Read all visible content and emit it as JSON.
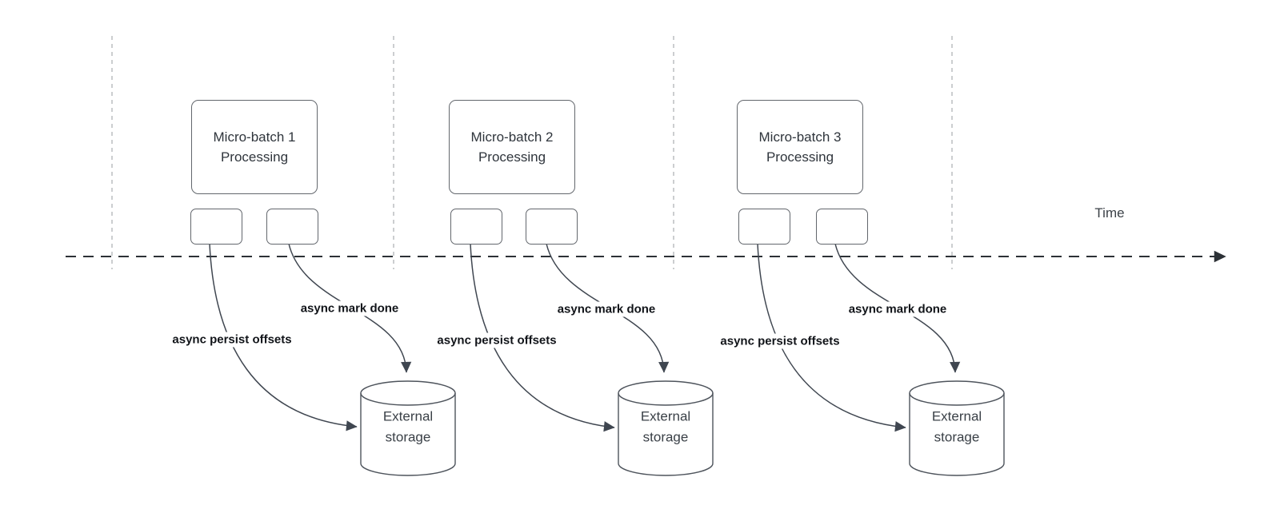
{
  "diagram": {
    "time_axis_label": "Time",
    "groups": [
      {
        "batch_label_line1": "Micro-batch 1",
        "batch_label_line2": "Processing",
        "persist_arrow_label": "async persist offsets",
        "done_arrow_label": "async mark done",
        "storage_label_line1": "External",
        "storage_label_line2": "storage"
      },
      {
        "batch_label_line1": "Micro-batch 2",
        "batch_label_line2": "Processing",
        "persist_arrow_label": "async persist offsets",
        "done_arrow_label": "async mark done",
        "storage_label_line1": "External",
        "storage_label_line2": "storage"
      },
      {
        "batch_label_line1": "Micro-batch 3",
        "batch_label_line2": "Processing",
        "persist_arrow_label": "async persist offsets",
        "done_arrow_label": "async mark done",
        "storage_label_line1": "External",
        "storage_label_line2": "storage"
      }
    ],
    "colors": {
      "shape_stroke": "#63676d",
      "cylinder_stroke": "#4e545c",
      "arrow_stroke": "#3f4650",
      "time_axis_stroke": "#2c3136",
      "gridline_stroke": "#b6b9bc",
      "label_text": "#111419",
      "shape_text": "#2f353c"
    }
  }
}
